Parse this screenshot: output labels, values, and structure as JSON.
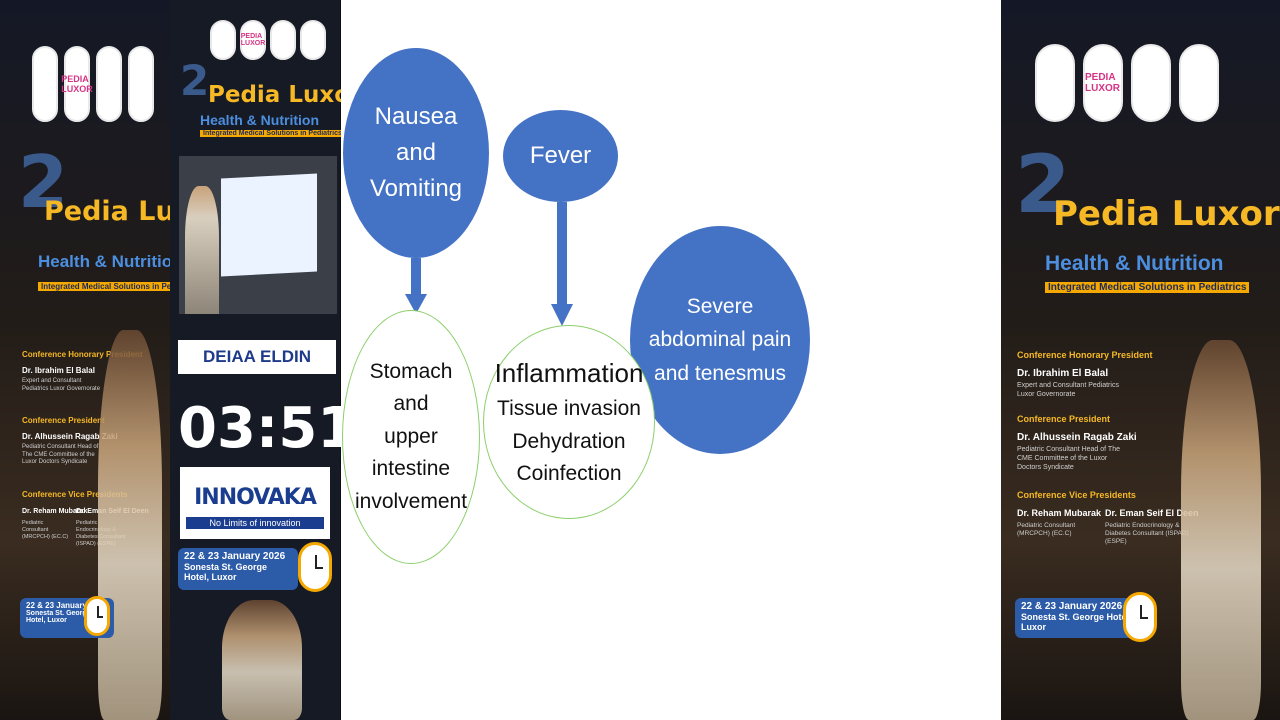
{
  "banner": {
    "logo_texts": [
      "",
      "PEDIA LUXOR",
      "",
      ""
    ],
    "edition": "2",
    "event": "Pedia Luxor",
    "tagline": "Health & Nutrition",
    "subtitle": "Integrated Medical Solutions in Pediatrics",
    "roles": {
      "honorary": "Conference Honorary President",
      "president": "Conference President",
      "vice": "Conference Vice Presidents"
    },
    "people": {
      "honorary_name": "Dr. Ibrahim El Balal",
      "honorary_sub": "Expert and Consultant Pediatrics Luxor Governorate",
      "president_name": "Dr. Alhussein Ragab Zaki",
      "president_sub": "Pediatric Consultant Head of The CME Committee of the Luxor Doctors Syndicate",
      "vice1_name": "Dr. Reham Mubarak",
      "vice1_sub": "Pediatric Consultant (MRCPCH) (EC.C)",
      "vice2_name": "Dr. Eman Seif El Deen",
      "vice2_sub": "Pediatric Endocrinology & Diabetes Consultant (ISPAD) (ESPE)"
    },
    "date": "22 & 23 January 2026",
    "venue": "Sonesta St. George Hotel, Luxor"
  },
  "speaker": {
    "name": "DEIAA ELDIN",
    "timer": "03:51",
    "sponsor_brand": "INNOVAKA",
    "sponsor_tag": "No Limits of innovation"
  },
  "diagram": {
    "nausea": [
      "Nausea",
      "and",
      "Vomiting"
    ],
    "fever": "Fever",
    "pain": [
      "Severe",
      "abdominal pain",
      "and tenesmus"
    ],
    "stomach": [
      "Stomach",
      "and",
      "upper",
      "intestine",
      "involvement"
    ],
    "inflammation_title": "Inflammation",
    "inflammation_items": [
      "Tissue invasion",
      "Dehydration",
      "Coinfection"
    ],
    "colors": {
      "filled": "#4472c4",
      "outline": "#8ccf6b"
    }
  }
}
